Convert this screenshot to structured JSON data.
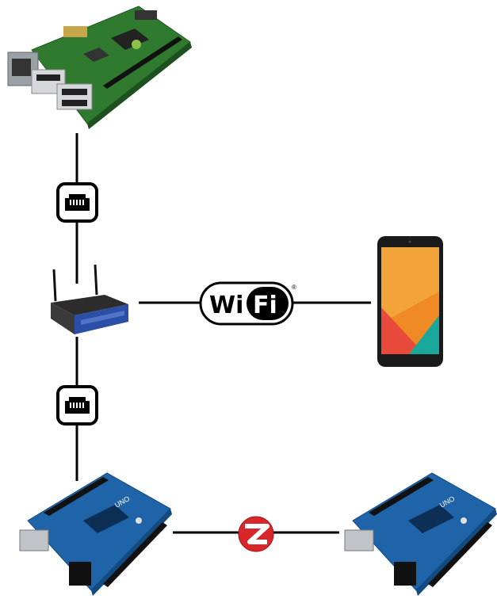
{
  "nodes": {
    "raspberry_pi": {
      "icon": "raspberry-pi-board-icon"
    },
    "router": {
      "icon": "wifi-router-icon"
    },
    "smartphone": {
      "icon": "smartphone-icon"
    },
    "arduino_left": {
      "icon": "arduino-uno-board-icon",
      "board_text": "UNO"
    },
    "arduino_right": {
      "icon": "arduino-uno-board-icon",
      "board_text": "UNO"
    }
  },
  "links": [
    {
      "from": "raspberry_pi",
      "to": "router",
      "type": "ethernet",
      "icon": "ethernet-port-icon"
    },
    {
      "from": "router",
      "to": "smartphone",
      "type": "wifi",
      "icon": "wifi-logo-icon"
    },
    {
      "from": "router",
      "to": "arduino_left",
      "type": "ethernet",
      "icon": "ethernet-port-icon"
    },
    {
      "from": "arduino_left",
      "to": "arduino_right",
      "type": "zigbee",
      "icon": "zigbee-logo-icon"
    }
  ],
  "wifi_logo": {
    "part1": "Wi",
    "part2": "Fi",
    "mark": "®"
  },
  "colors": {
    "line": "#000000",
    "arduino_blue": "#1f63a8",
    "pi_green": "#3f8a3c",
    "zigbee_red": "#d8262b",
    "phone_orange": "#f08a24",
    "phone_teal": "#1aa79b",
    "phone_red": "#e84b3c",
    "router_blue": "#2b4fa6"
  }
}
